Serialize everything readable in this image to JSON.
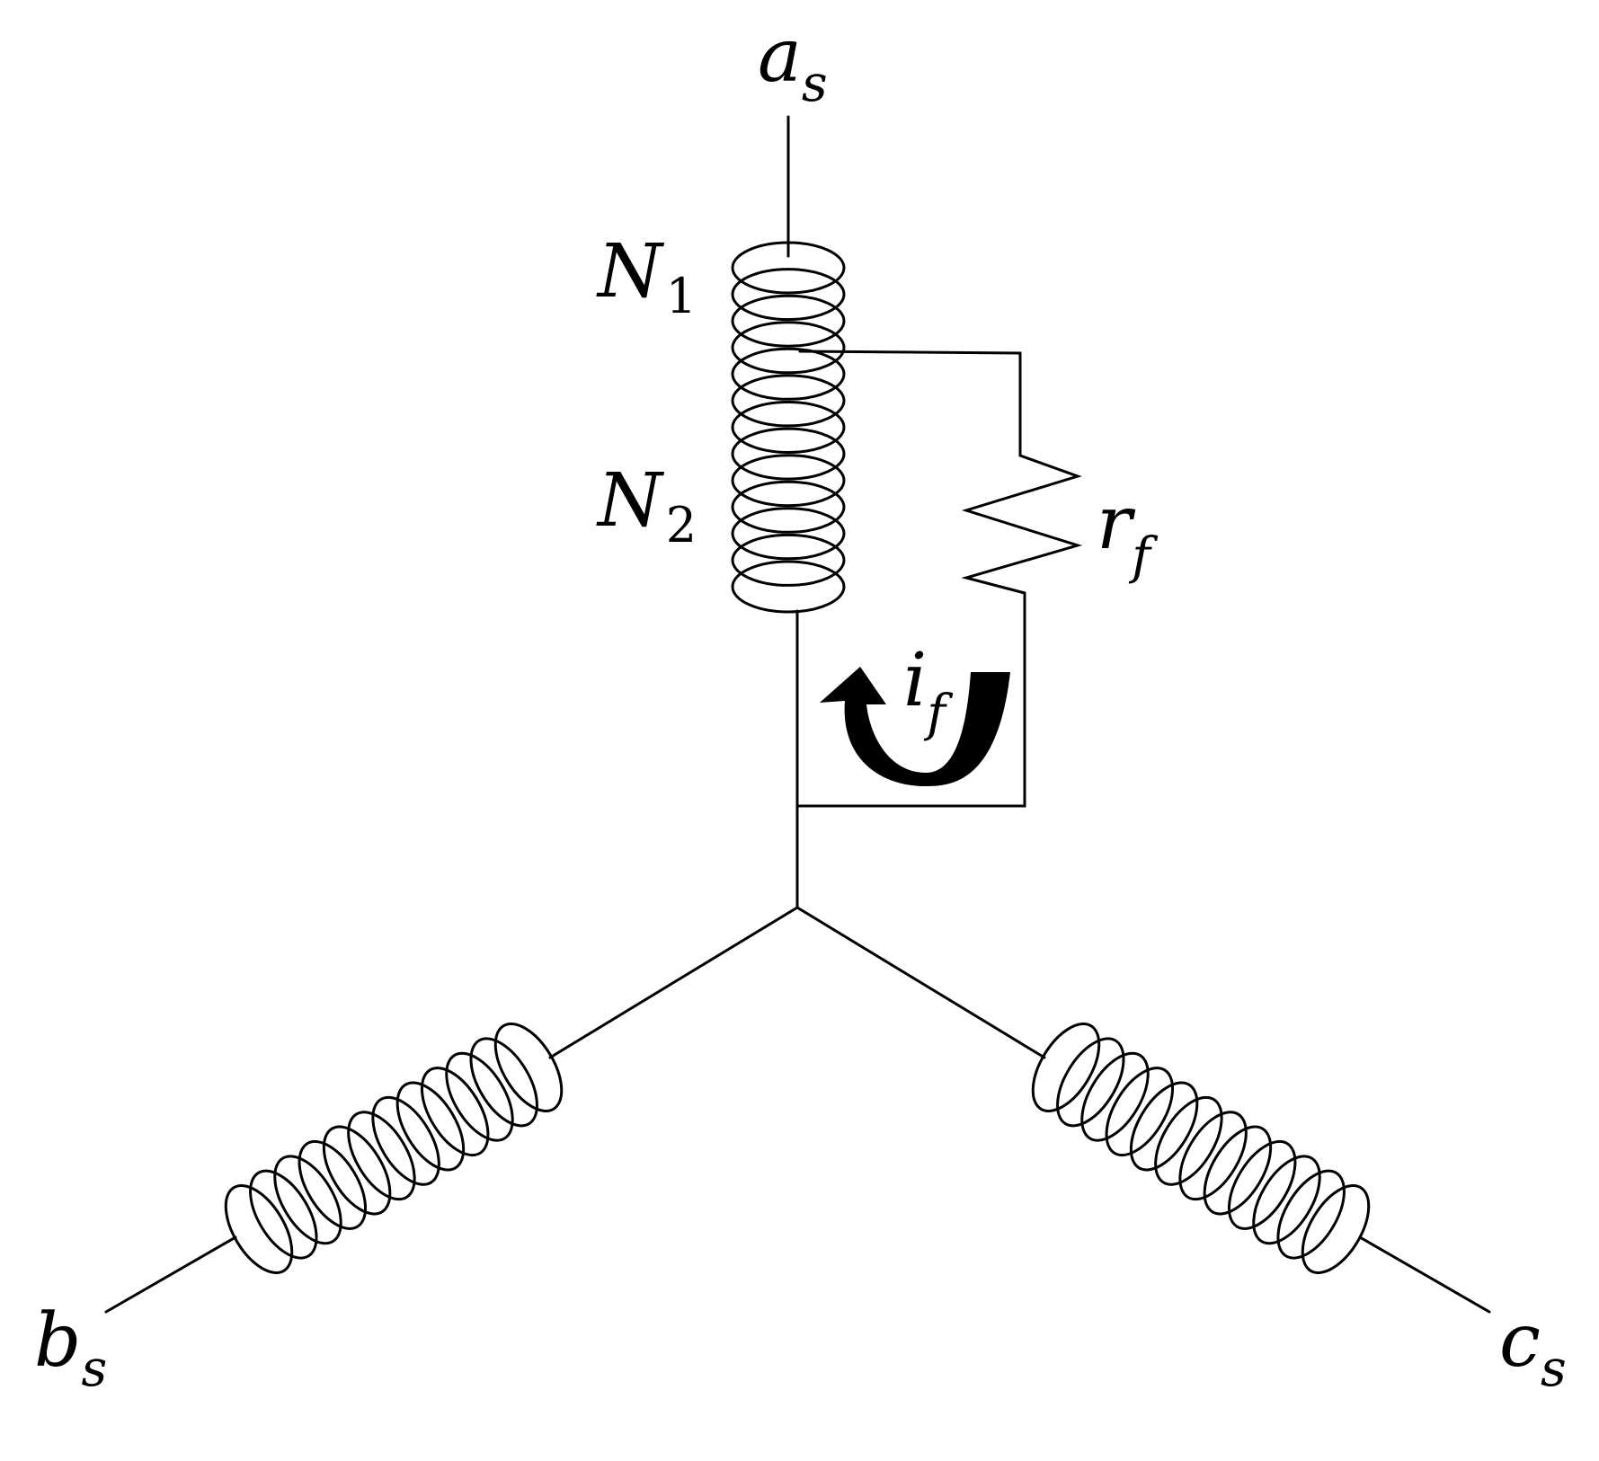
{
  "terminals": {
    "a": {
      "main": "a",
      "sub": "s"
    },
    "b": {
      "main": "b",
      "sub": "s"
    },
    "c": {
      "main": "c",
      "sub": "s"
    }
  },
  "turns": {
    "n1": {
      "main": "N",
      "sub": "1"
    },
    "n2": {
      "main": "N",
      "sub": "2"
    }
  },
  "fault_resistor": {
    "main": "r",
    "sub": "f"
  },
  "fault_current": {
    "main": "i",
    "sub": "f"
  }
}
